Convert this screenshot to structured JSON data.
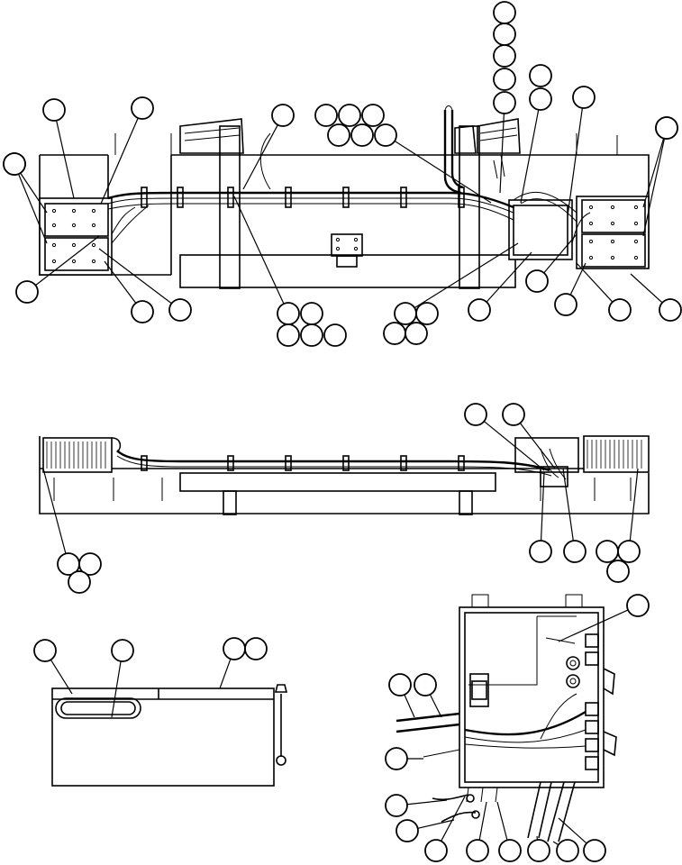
{
  "figure": {
    "type": "exploded parts diagram",
    "views": [
      "top-plan-view",
      "side-elevation-view",
      "tool-box-lid-view",
      "junction-box-detail-view"
    ],
    "callout_labels_printed": false
  },
  "colors": {
    "line": "#000000",
    "background": "#ffffff",
    "callout_fill": "#ffffff"
  },
  "icons": {
    "callout": "blank-circle-balloon",
    "fastener": "hex-bolt"
  }
}
